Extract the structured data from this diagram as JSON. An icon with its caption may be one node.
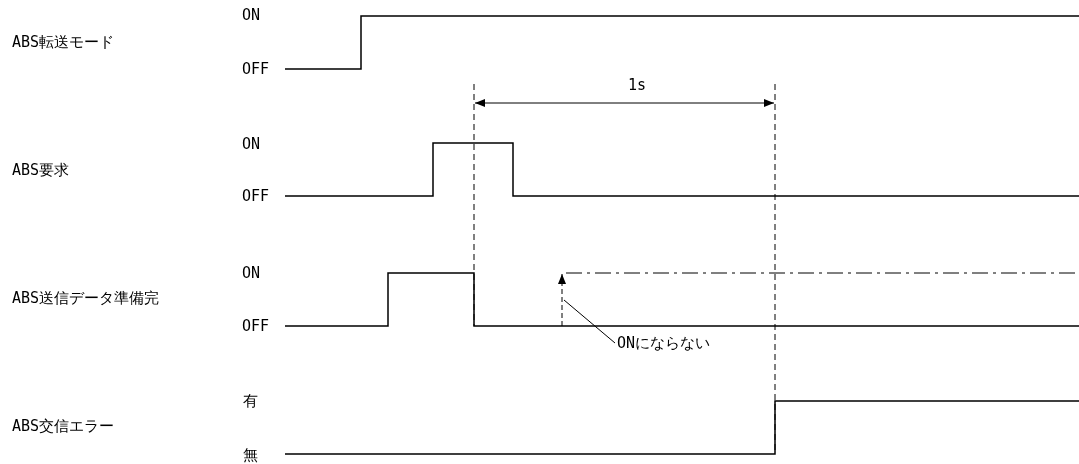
{
  "diagram": {
    "nodes": [
      {
        "text": [
          "ONにならない"
        ]
      },
      {
        "text": [],
        "shape": "line"
      }
    ],
    "edges": [
      {
        "from": 0,
        "to": 1,
        "arrow": "none"
      }
    ],
    "labels": [
      "ABS転送モード",
      "ON",
      "OFF",
      "1s",
      "ABS要求",
      "ON",
      "OFF",
      "ABS送信データ準備完",
      "ON",
      "OFF",
      "ABS交信エラー",
      "有",
      "無"
    ]
  }
}
